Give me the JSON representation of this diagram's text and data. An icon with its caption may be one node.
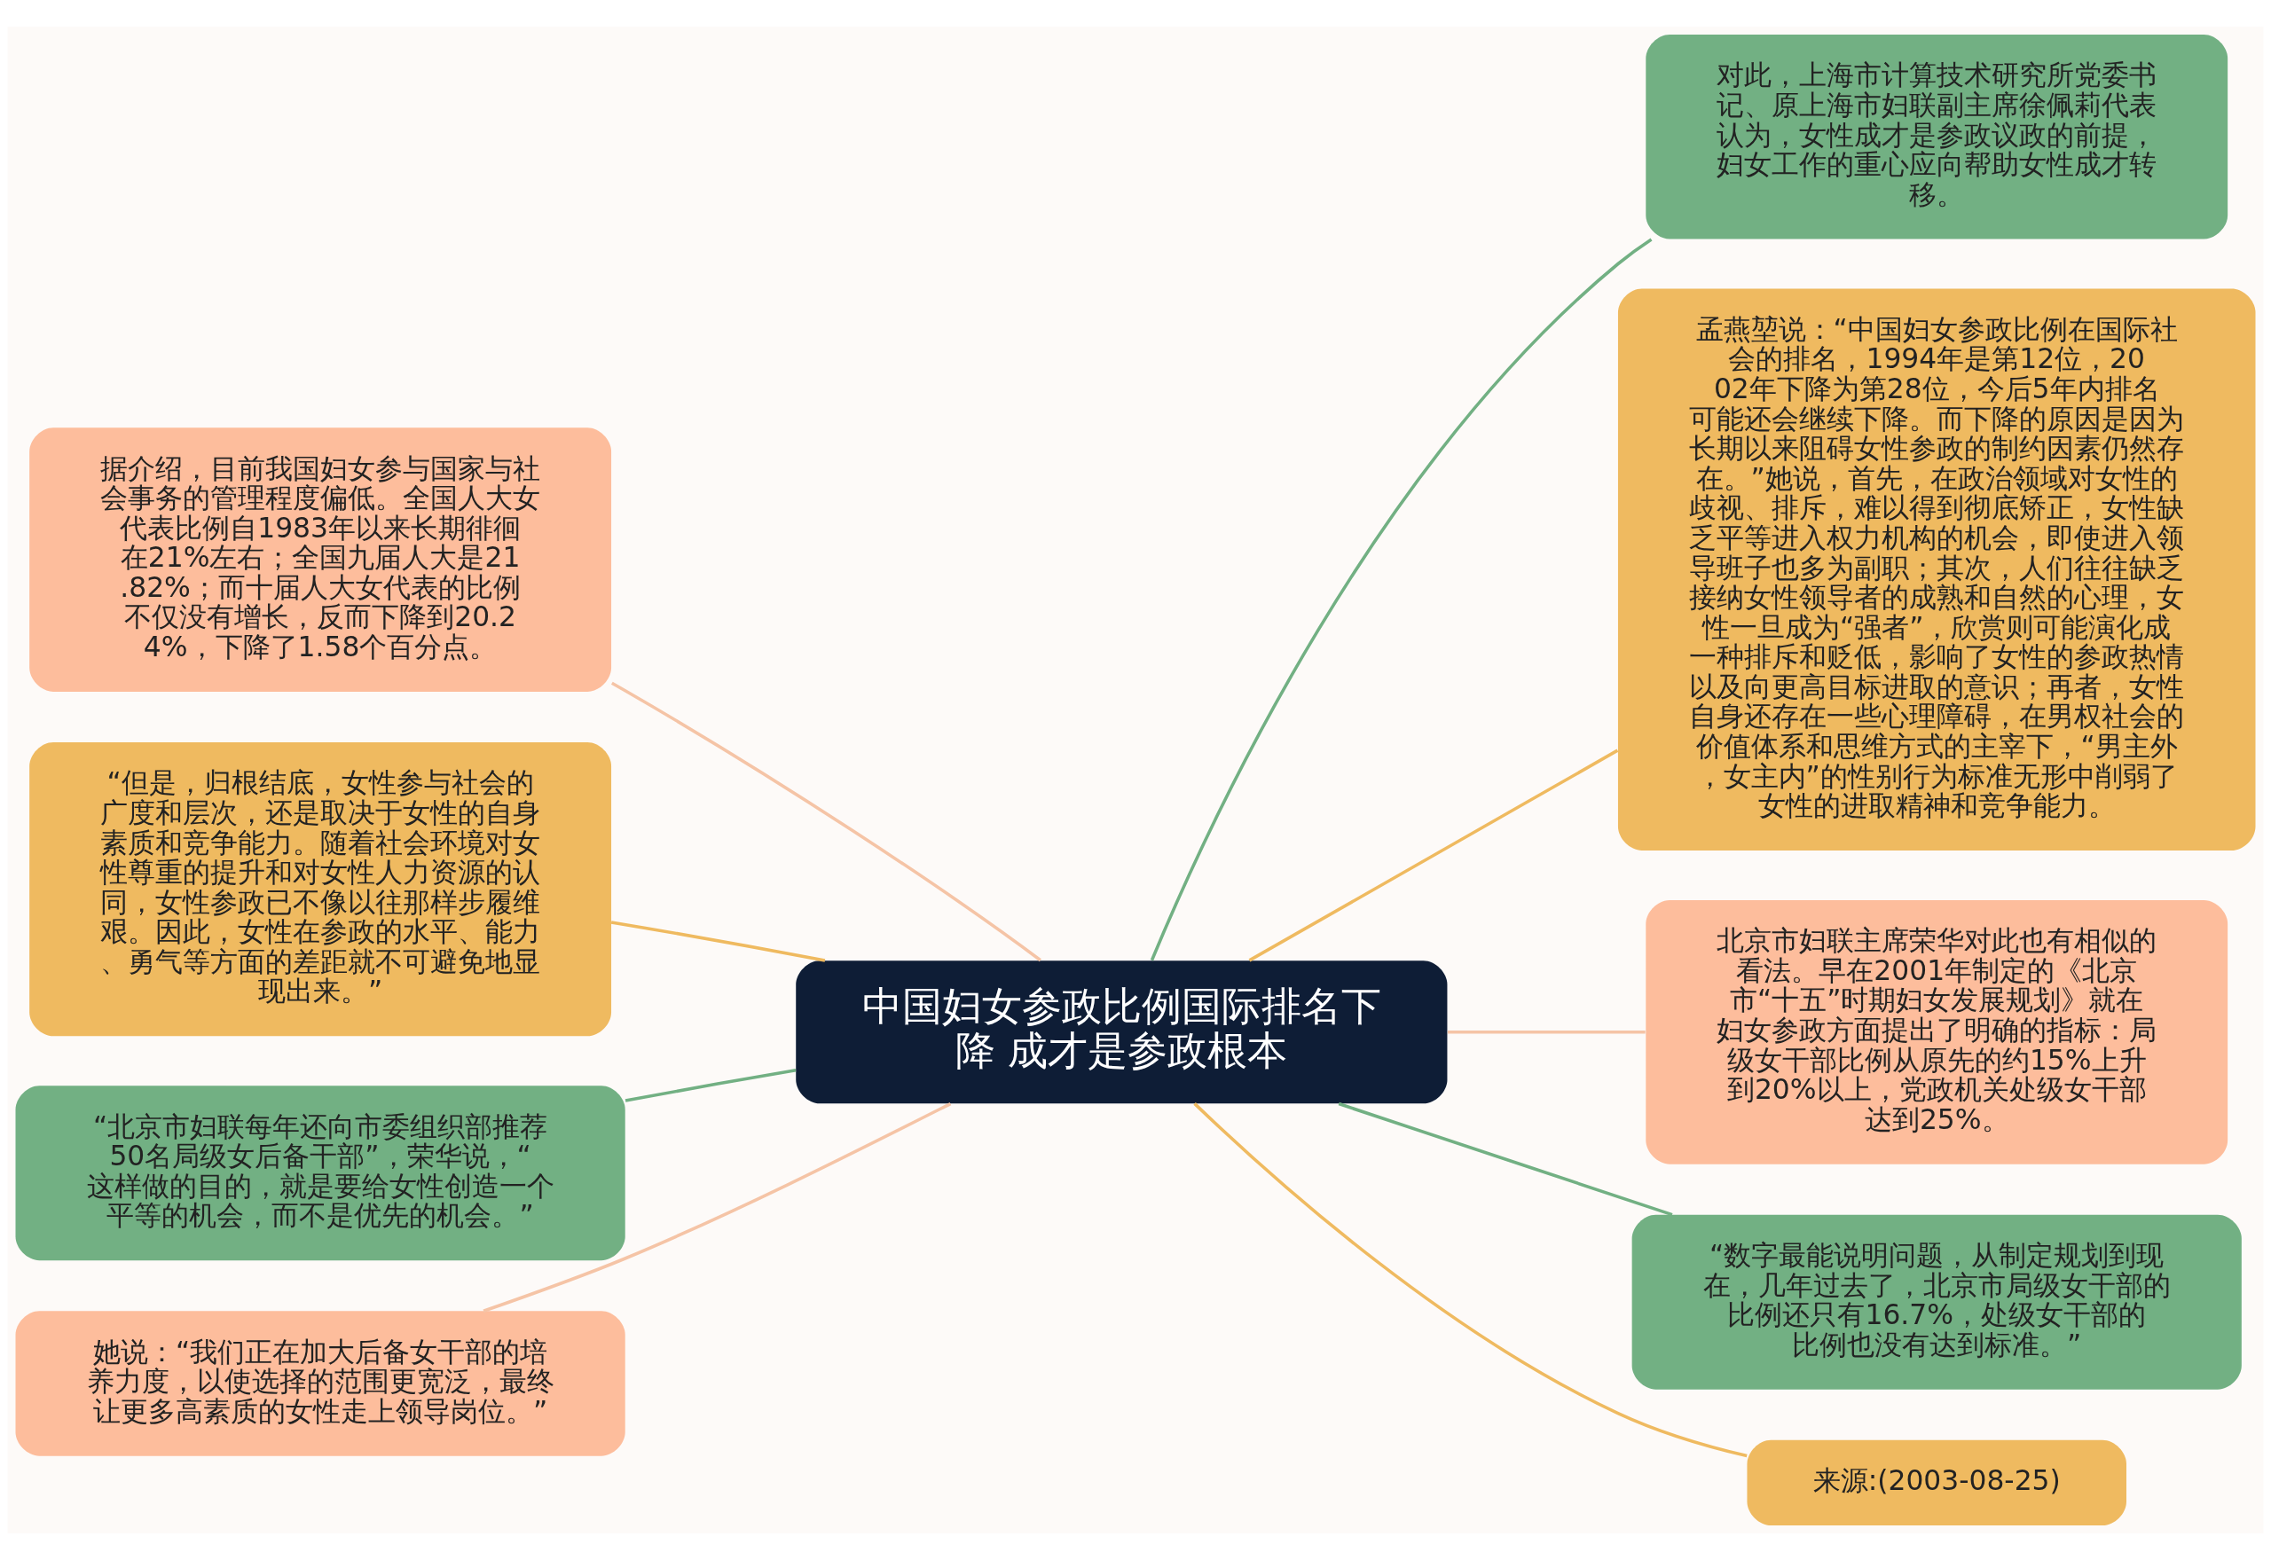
{
  "diagram": {
    "nodes": [
      {
        "text": [
          "中国妇女参政比例国际排名下降 成才是参政根本"
        ]
      },
      {
        "text": [
          "对此，上海市计算技术研究所党委书记、原上海市妇联副主席徐佩莉代表认为，女性成才是参政议政的前提，妇女工作的重心应向帮助女性成才转移。"
        ]
      },
      {
        "text": [
          "孟燕堃说：“中国妇女参政比例在国际社会的排名，1994年是第12位，2002年下降为第28位，今后5年内排名可能还会继续下降。而下降的原因是因为长期以来阻碍女性参政的制约因素仍然存在。”她说，首先，在政治领域对女性的歧视、排斥，难以得到彻底矫正，女性缺乏平等进入权力机构的机会，即使进入领导班子也多为副职；其次，人们往往缺乏接纳女性领导者的成熟和自然的心理，女性一旦成为“强者”，欣赏则可能演化成一种排斥和贬低，影响了女性的参政热情以及向更高目标进取的意识；再者，女性自身还存在一些心理障碍，在男权社会的价值体系和思维方式的主宰下，“男主外，女主内”的性别行为标准无形中削弱了女性的进取精神和竞争能力。"
        ]
      },
      {
        "text": [
          "北京市妇联主席荣华对此也有相似的看法。早在2001年制定的《北京市“十五”时期妇女发展规划》就在妇女参政方面提出了明确的指标：局级女干部比例从原先的约15%上升到20%以上，党政机关处级女干部达到25%。"
        ]
      },
      {
        "text": [
          "“数字最能说明问题，从制定规划到现在，几年过去了，北京市局级女干部的比例还只有16.7%，处级女干部的比例也没有达到标准。”"
        ]
      },
      {
        "text": [
          "来源:(2003-08-25)"
        ]
      },
      {
        "text": [
          "据介绍，目前我国妇女参与国家与社会事务的管理程度偏低。全国人大女代表比例自1983年以来长期徘徊在21%左右；全国九届人大是21.82%；而十届人大女代表的比例不仅没有增长，反而下降到20.24%，下降了1.58个百分点。"
        ]
      },
      {
        "text": [
          "“但是，归根结底，女性参与社会的广度和层次，还是取决于女性的自身素质和竞争能力。随着社会环境对女性尊重的提升和对女性人力资源的认同，女性参政已不像以往那样步履维艰。因此，女性在参政的水平、能力、勇气等方面的差距就不可避免地显现出来。”"
        ]
      },
      {
        "text": [
          "“北京市妇联每年还向市委组织部推荐50名局级女后备干部”，荣华说，“这样做的目的，就是要给女性创造一个平等的机会，而不是优先的机会。”"
        ]
      },
      {
        "text": [
          "她说：“我们正在加大后备女干部的培养力度，以使选择的范围更宽泛，最终让更多高素质的女性走上领导岗位。”"
        ]
      }
    ],
    "edges": [
      {
        "from": 0,
        "to": 1,
        "arrow": "none",
        "color": "#72b083"
      },
      {
        "from": 0,
        "to": 2,
        "arrow": "none",
        "color": "#efba60"
      },
      {
        "from": 0,
        "to": 3,
        "arrow": "none",
        "color": "#f5c4a6"
      },
      {
        "from": 0,
        "to": 4,
        "arrow": "none",
        "color": "#72b083"
      },
      {
        "from": 0,
        "to": 5,
        "arrow": "none",
        "color": "#efba60"
      },
      {
        "from": 0,
        "to": 6,
        "arrow": "none",
        "color": "#f5c4a6"
      },
      {
        "from": 0,
        "to": 7,
        "arrow": "none",
        "color": "#efba60"
      },
      {
        "from": 0,
        "to": 8,
        "arrow": "none",
        "color": "#72b083"
      },
      {
        "from": 0,
        "to": 9,
        "arrow": "none",
        "color": "#f5c4a6"
      }
    ]
  }
}
